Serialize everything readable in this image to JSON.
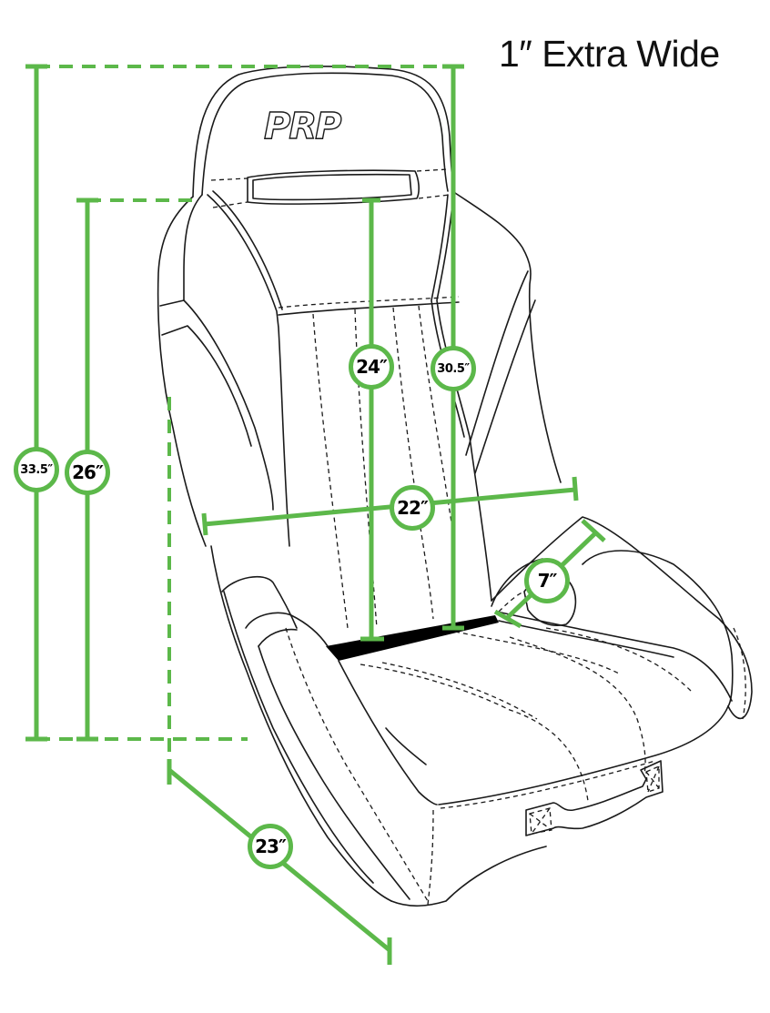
{
  "title": "1″ Extra Wide",
  "brand_logo": "PRP",
  "colors": {
    "dimension_green": "#5cb84a",
    "outline": "#1a1a1a",
    "background": "#ffffff"
  },
  "dimensions": {
    "overall_height": {
      "label": "33.5″",
      "value_in": 33.5,
      "description": "overall height"
    },
    "back_height": {
      "label": "26″",
      "value_in": 26,
      "description": "seat back height from base"
    },
    "inner_back_height": {
      "label": "24″",
      "value_in": 24,
      "description": "inner back height"
    },
    "back_to_top_height": {
      "label": "30.5″",
      "value_in": 30.5,
      "description": "back height to top of headrest"
    },
    "shoulder_width": {
      "label": "22″",
      "value_in": 22,
      "description": "width across back"
    },
    "bolster_width": {
      "label": "7″",
      "value_in": 7,
      "description": "side bolster width"
    },
    "seat_depth": {
      "label": "23″",
      "value_in": 23,
      "description": "seat depth"
    }
  }
}
